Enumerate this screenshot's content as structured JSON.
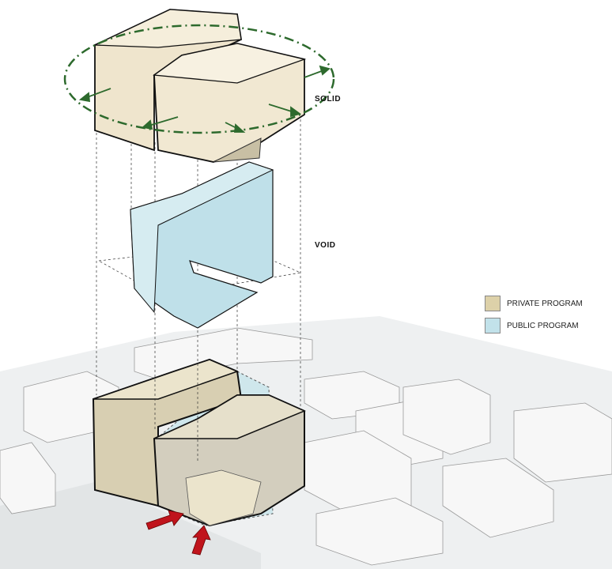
{
  "labels": {
    "solid": "SOLID",
    "void": "VOID"
  },
  "legend": [
    {
      "label": "PRIVATE PROGRAM",
      "color": "#ddd1a9"
    },
    {
      "label": "PUBLIC PROGRAM",
      "color": "#c2e2ea"
    }
  ],
  "colors": {
    "private": "#ddd1a9",
    "public": "#c2e2ea",
    "rotation_arrow": "#2d6a2d",
    "entry_arrow": "#c0141c"
  }
}
